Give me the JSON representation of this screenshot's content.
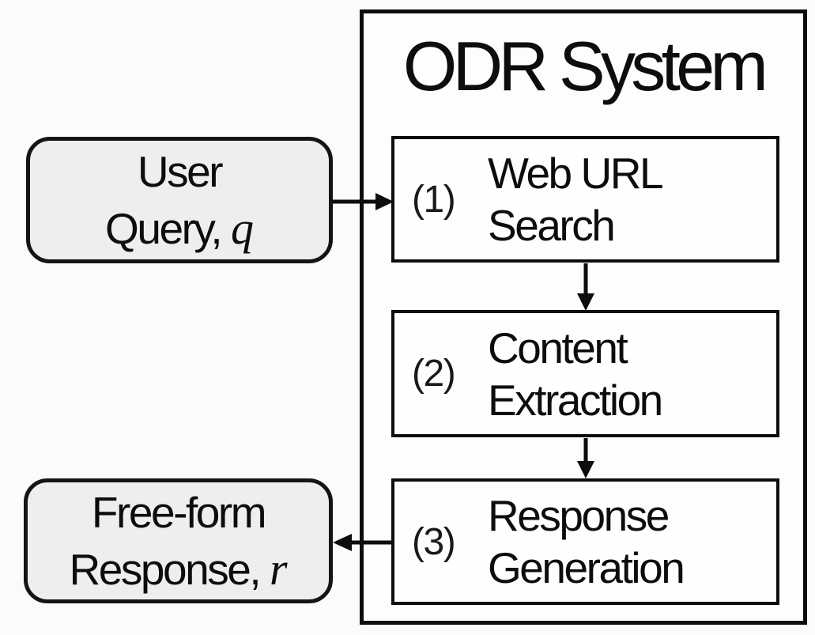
{
  "diagram": {
    "title": "ODR System",
    "nodes": {
      "user_query": {
        "line1": "User",
        "line2_text": "Query, ",
        "line2_var": "q"
      },
      "free_form_response": {
        "line1": "Free-form",
        "line2_text": "Response, ",
        "line2_var": "r"
      }
    },
    "steps": [
      {
        "number": "(1)",
        "label_line1": "Web URL",
        "label_line2": "Search"
      },
      {
        "number": "(2)",
        "label_line1": "Content",
        "label_line2": "Extraction"
      },
      {
        "number": "(3)",
        "label_line1": "Response",
        "label_line2": "Generation"
      }
    ],
    "flow": [
      "user_query -> step1",
      "step1 -> step2",
      "step2 -> step3",
      "step3 -> free_form_response"
    ],
    "colors": {
      "border": "#0d0d0d",
      "node_fill": "#eeeeee",
      "step_fill": "#fefefe",
      "background": "#fbfbfb",
      "text": "#0d0d0d"
    }
  }
}
